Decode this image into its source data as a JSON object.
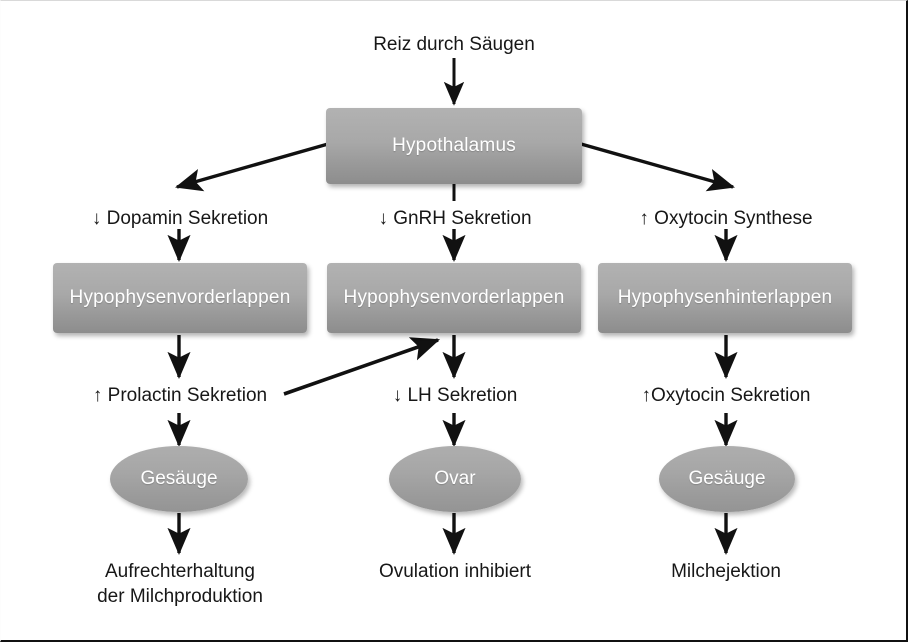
{
  "diagram": {
    "title": "Reiz durch Säugen",
    "language": "de",
    "colors": {
      "box_fill_top": "#b2b2b2",
      "box_fill_bottom": "#8d8d8d",
      "box_text": "#ffffff",
      "label_text": "#171717",
      "connector": "#111111",
      "frame": "#111111",
      "background": "#ffffff"
    },
    "stimulus": {
      "label": "Reiz durch Säugen"
    },
    "hypothalamus": {
      "label": "Hypothalamus"
    },
    "branches": [
      {
        "id": "dopamin",
        "signal": "↓ Dopamin Sekretion",
        "gland": "Hypophysenvorderlappen",
        "hormone": "↑ Prolactin Sekretion",
        "target": "Gesäuge",
        "effect": "Aufrechterhaltung\nder Milchproduktion"
      },
      {
        "id": "gnrh",
        "signal": "↓ GnRH Sekretion",
        "gland": "Hypophysenvorderlappen",
        "hormone": "↓ LH Sekretion",
        "target": "Ovar",
        "effect": "Ovulation inhibiert"
      },
      {
        "id": "oxytocin",
        "signal": "↑ Oxytocin Synthese",
        "gland": "Hypophysenhinterlappen",
        "hormone": "↑Oxytocin Sekretion",
        "target": "Gesäuge",
        "effect": "Milchejektion"
      }
    ]
  }
}
